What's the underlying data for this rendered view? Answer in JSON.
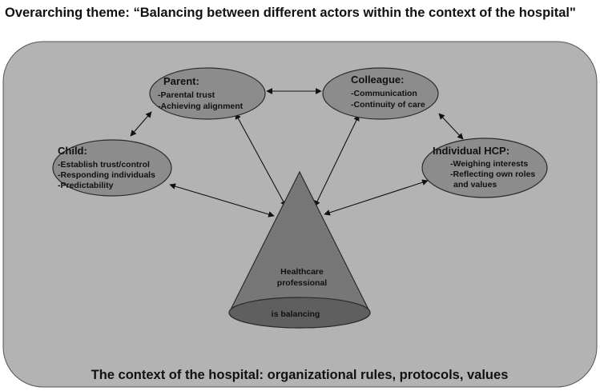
{
  "title": "Overarching theme: “Balancing between different actors within the context of the hospital\"",
  "context_label": "The context of the hospital: organizational rules, protocols, values",
  "nodes": {
    "parent": {
      "title": "Parent:",
      "items": [
        "-Parental trust",
        "-Achieving alignment"
      ]
    },
    "colleague": {
      "title": "Colleague:",
      "items": [
        "-Communication",
        "-Continuity of care"
      ]
    },
    "child": {
      "title": "Child:",
      "items": [
        "-Establish trust/control",
        "-Responding individuals",
        "-Predictability"
      ]
    },
    "individual_hcp": {
      "title": "Individual  HCP:",
      "items": [
        "-Weighing interests",
        "-Reflecting own roles",
        "and values"
      ]
    }
  },
  "cone": {
    "line1": "Healthcare",
    "line2": "professional",
    "base": "is balancing"
  },
  "colors": {
    "background_panel": "#b3b3b3",
    "ellipse_fill": "#8c8c8c",
    "cone_fill": "#777777",
    "cone_base_fill": "#5f5f5f",
    "text": "#111111"
  }
}
